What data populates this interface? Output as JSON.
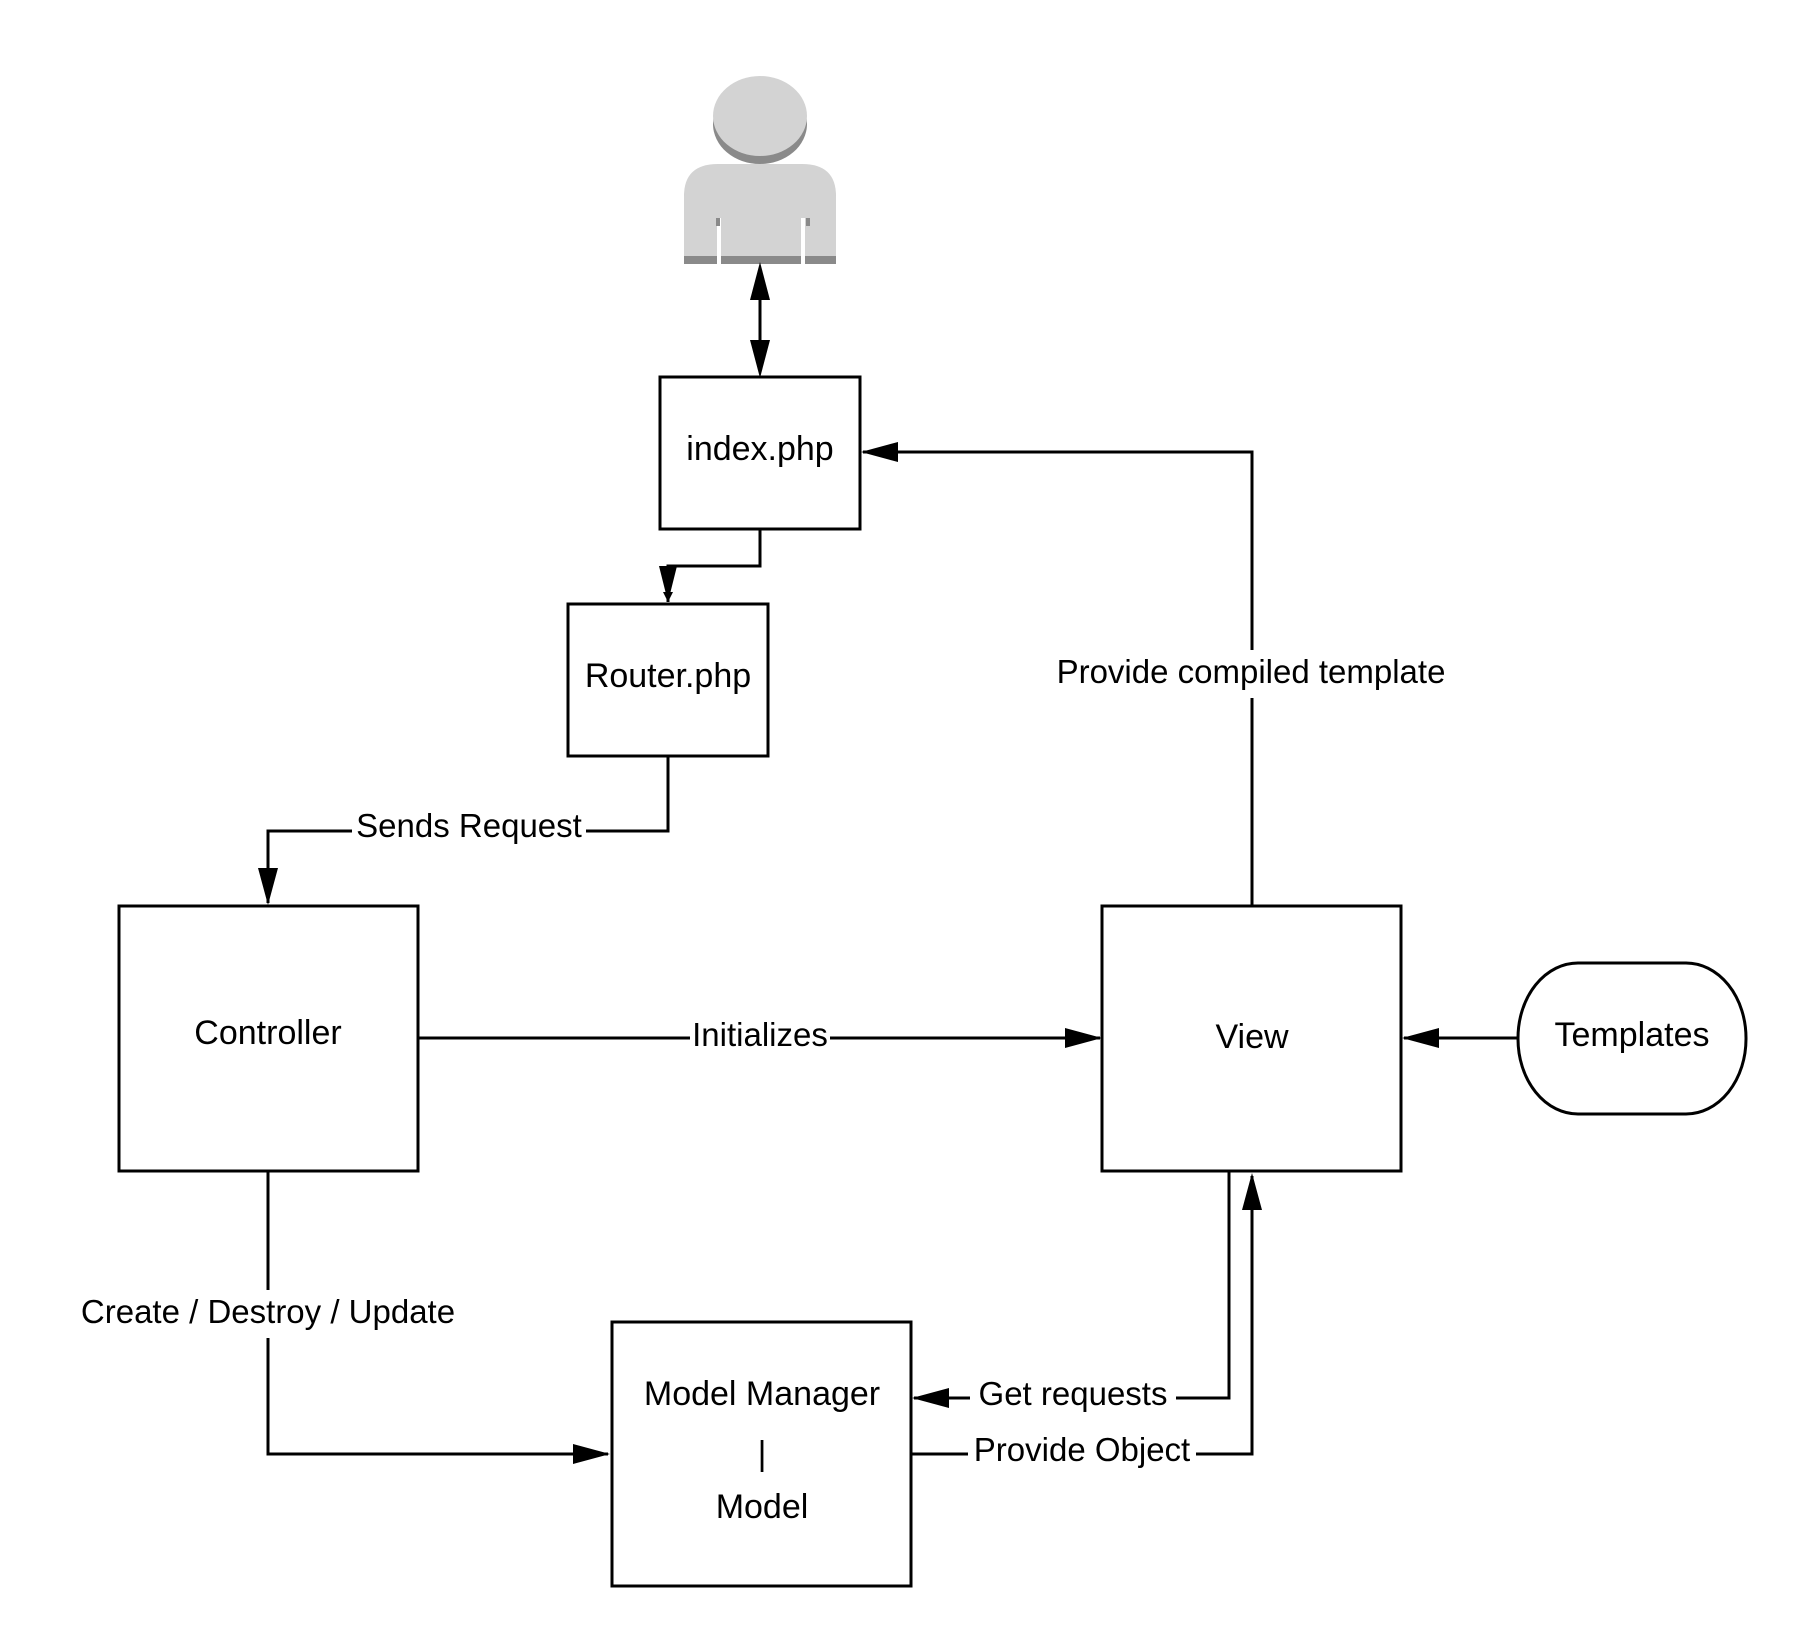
{
  "colors": {
    "stroke": "#000000",
    "background": "#ffffff",
    "user_icon_fill": "#d3d3d3",
    "user_icon_shadow": "#8a8a8a"
  },
  "nodes": {
    "user": {
      "icon": "user-icon"
    },
    "index": {
      "label": "index.php"
    },
    "router": {
      "label": "Router.php"
    },
    "controller": {
      "label": "Controller"
    },
    "view": {
      "label": "View"
    },
    "templates": {
      "label": "Templates"
    },
    "model_manager": {
      "label_top": "Model Manager",
      "separator": "|",
      "label_bottom": "Model"
    }
  },
  "edges": {
    "router_to_controller": "Sends Request",
    "view_to_index": "Provide compiled template",
    "controller_to_view": "Initializes",
    "controller_to_model": "Create / Destroy / Update",
    "view_to_model": "Get requests",
    "model_to_view": "Provide Object"
  }
}
